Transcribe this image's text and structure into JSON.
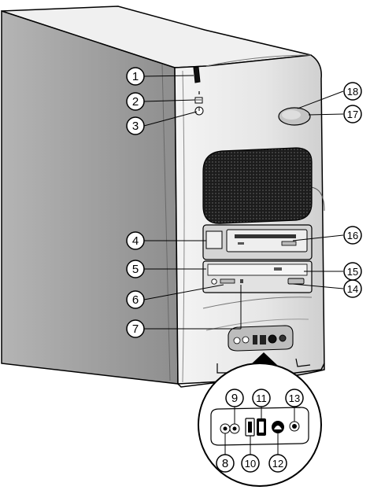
{
  "figure": {
    "callouts": [
      {
        "id": "callout-1",
        "label": "1"
      },
      {
        "id": "callout-2",
        "label": "2"
      },
      {
        "id": "callout-3",
        "label": "3"
      },
      {
        "id": "callout-4",
        "label": "4"
      },
      {
        "id": "callout-5",
        "label": "5"
      },
      {
        "id": "callout-6",
        "label": "6"
      },
      {
        "id": "callout-7",
        "label": "7"
      },
      {
        "id": "callout-8",
        "label": "8"
      },
      {
        "id": "callout-9",
        "label": "9"
      },
      {
        "id": "callout-10",
        "label": "10"
      },
      {
        "id": "callout-11",
        "label": "11"
      },
      {
        "id": "callout-12",
        "label": "12"
      },
      {
        "id": "callout-13",
        "label": "13"
      },
      {
        "id": "callout-14",
        "label": "14"
      },
      {
        "id": "callout-15",
        "label": "15"
      },
      {
        "id": "callout-16",
        "label": "16"
      },
      {
        "id": "callout-17",
        "label": "17"
      },
      {
        "id": "callout-18",
        "label": "18"
      }
    ],
    "colors": {
      "outline": "#000000",
      "case_side": "#9a9a9a",
      "case_front": "#e4e4e4",
      "case_top": "#f2f2f2",
      "grille": "#2a2a2a",
      "detail_bg": "#ffffff"
    }
  }
}
